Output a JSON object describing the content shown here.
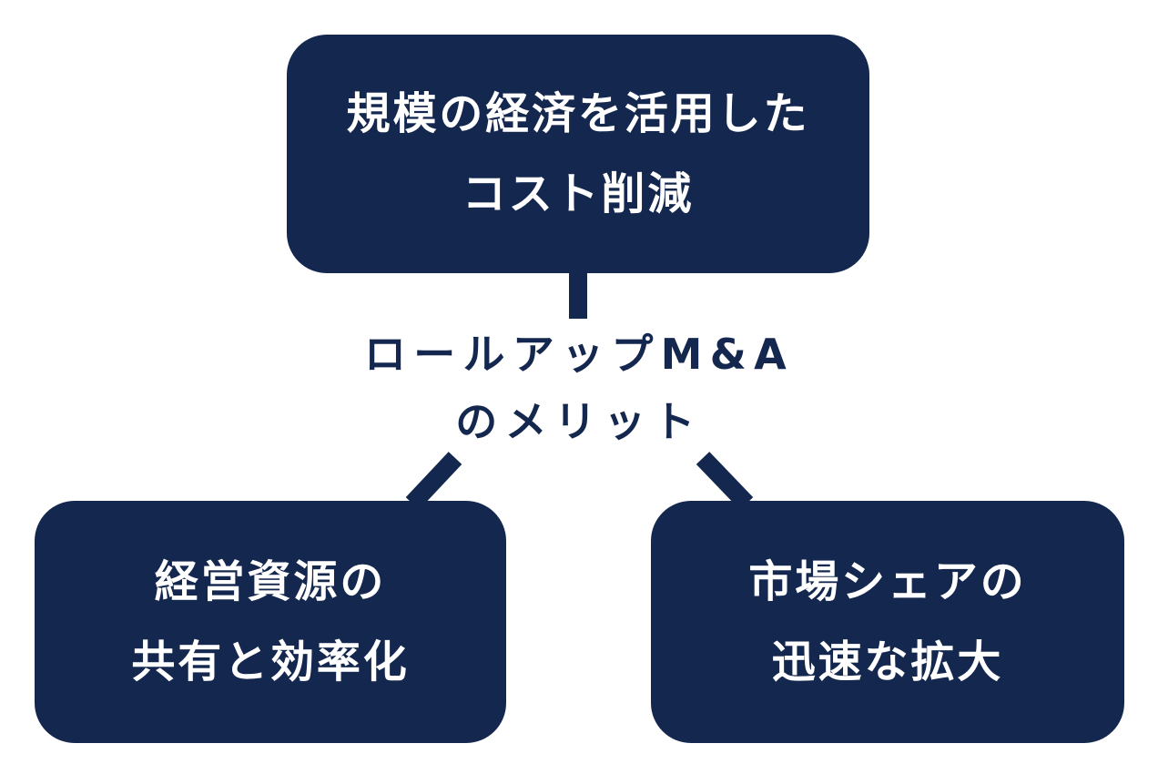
{
  "diagram": {
    "center_label": {
      "line1": "ロールアップM&A",
      "line2": "のメリット"
    },
    "boxes": {
      "top": {
        "line1": "規模の経済を活用した",
        "line2": "コスト削減"
      },
      "left": {
        "line1": "経営資源の",
        "line2": "共有と効率化"
      },
      "right": {
        "line1": "市場シェアの",
        "line2": "迅速な拡大"
      }
    },
    "colors": {
      "box_background": "#14274E",
      "box_text": "#FFFFFF",
      "center_text": "#14274E",
      "connector": "#14274E",
      "page_background": "#FFFFFF"
    }
  }
}
